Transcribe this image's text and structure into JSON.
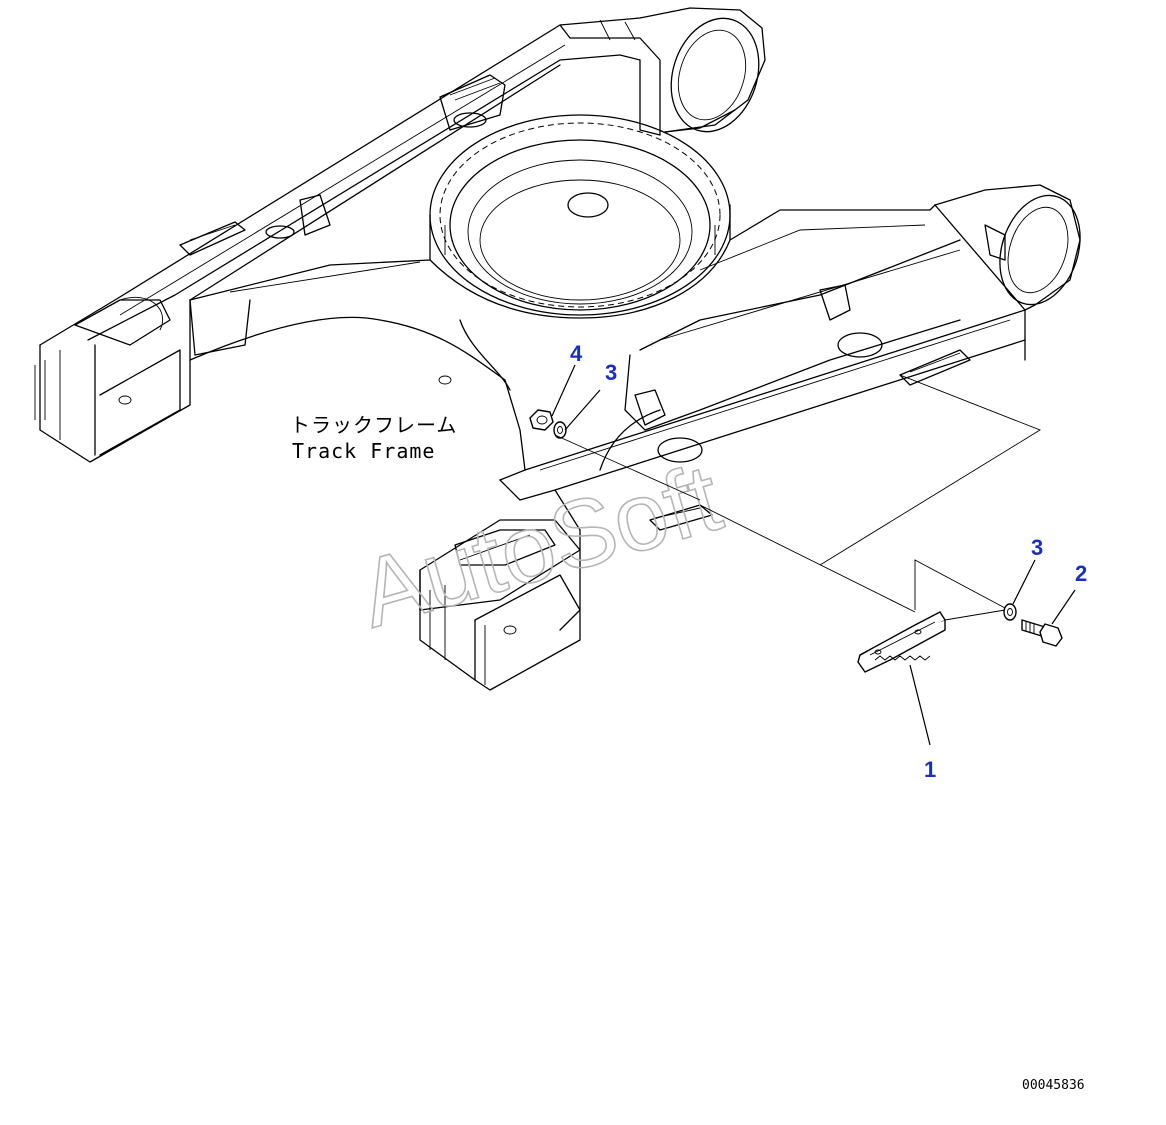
{
  "diagram": {
    "frame_label_jp": "トラックフレーム",
    "frame_label_en": "Track Frame",
    "watermark": "AutoSoft",
    "document_number": "00045836",
    "callouts": [
      {
        "id": "callout-4-left",
        "label": "4"
      },
      {
        "id": "callout-3-left",
        "label": "3"
      },
      {
        "id": "callout-3-right",
        "label": "3"
      },
      {
        "id": "callout-2",
        "label": "2"
      },
      {
        "id": "callout-1",
        "label": "1"
      }
    ],
    "colors": {
      "callout": "#1c2fb8",
      "line": "#000000",
      "watermark": "#b5b5b5",
      "background": "#ffffff"
    }
  }
}
